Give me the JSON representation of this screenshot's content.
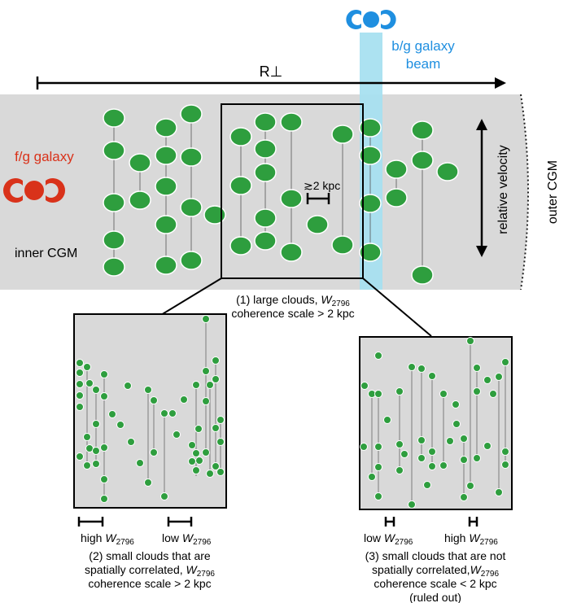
{
  "labels": {
    "r_perp": "R⊥",
    "bg_galaxy_line1": "b/g galaxy",
    "bg_galaxy_line2": "beam",
    "fg_galaxy": "f/g galaxy",
    "inner_cgm": "inner CGM",
    "outer_cgm": "outer CGM",
    "relative_velocity": "relative velocity",
    "scale_2kpc": "≳2 kpc"
  },
  "panels": {
    "large": {
      "caption_line1": "(1) large clouds, W2796",
      "caption_line2": "coherence scale > 2 kpc"
    },
    "correlated": {
      "left_prefix": "high ",
      "left_w": "W",
      "left_sub": "2796",
      "right_prefix": "low ",
      "right_w": "W",
      "right_sub": "2796",
      "caption_line1": "(2) small clouds that are",
      "caption_line2": "spatially correlated, W2796",
      "caption_line3": "coherence scale > 2 kpc"
    },
    "uncorrelated": {
      "left_prefix": "low ",
      "left_w": "W",
      "left_sub": "2796",
      "right_prefix": "high ",
      "right_w": "W",
      "right_sub": "2796",
      "caption_line1": "(3) small clouds that are not",
      "caption_line2": "spatially correlated,W2796",
      "caption_line3": "coherence scale < 2 kpc",
      "caption_line4": "(ruled out)"
    }
  },
  "colors": {
    "cgm_band": "#d9d9d9",
    "cloud_fill": "#2e9e3e",
    "cloud_stroke": "#ffffff",
    "fg_galaxy": "#d9321a",
    "bg_galaxy": "#1f8fe0",
    "beam": "#a8e0f0",
    "line": "#000000"
  }
}
